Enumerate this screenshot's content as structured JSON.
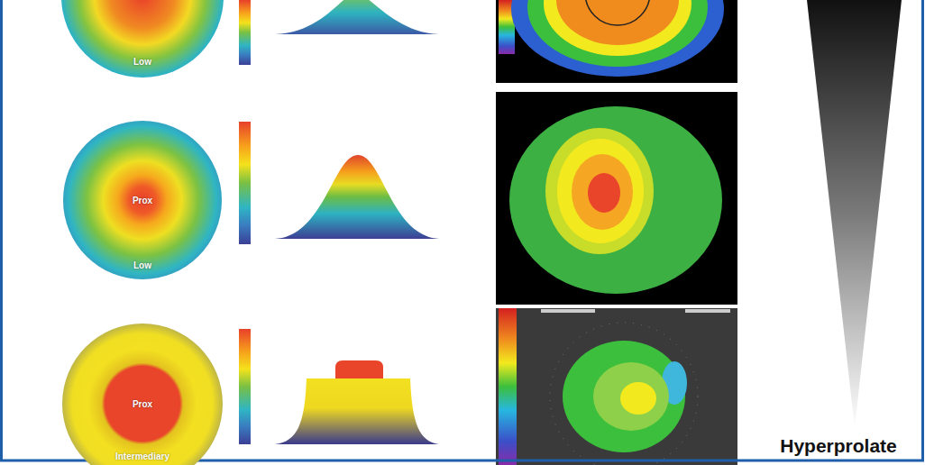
{
  "diagram": {
    "nodes": [
      {
        "text": [
          "Low"
        ]
      },
      {
        "text": [
          "Prox",
          "Low"
        ]
      },
      {
        "text": [
          "Prox",
          "Intermediary"
        ]
      }
    ],
    "labels": [
      "Hyperprolate"
    ]
  }
}
